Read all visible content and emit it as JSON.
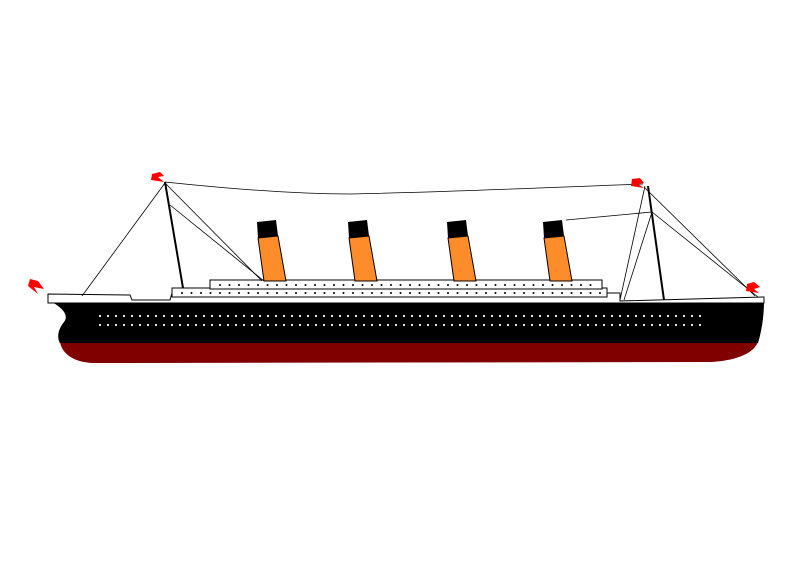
{
  "illustration": {
    "subject": "ocean-liner",
    "funnel_count": 4,
    "mast_count": 2,
    "flag_count": 4,
    "porthole_rows": 2,
    "colors": {
      "background": "#ffffff",
      "hull_upper": "#000000",
      "hull_lower": "#800000",
      "superstructure": "#ffffff",
      "funnel": "#ff8c2a",
      "funnel_cap": "#000000",
      "flag": "#ff0000",
      "rigging": "#000000",
      "porthole": "#ffffff",
      "window": "#000000"
    }
  }
}
